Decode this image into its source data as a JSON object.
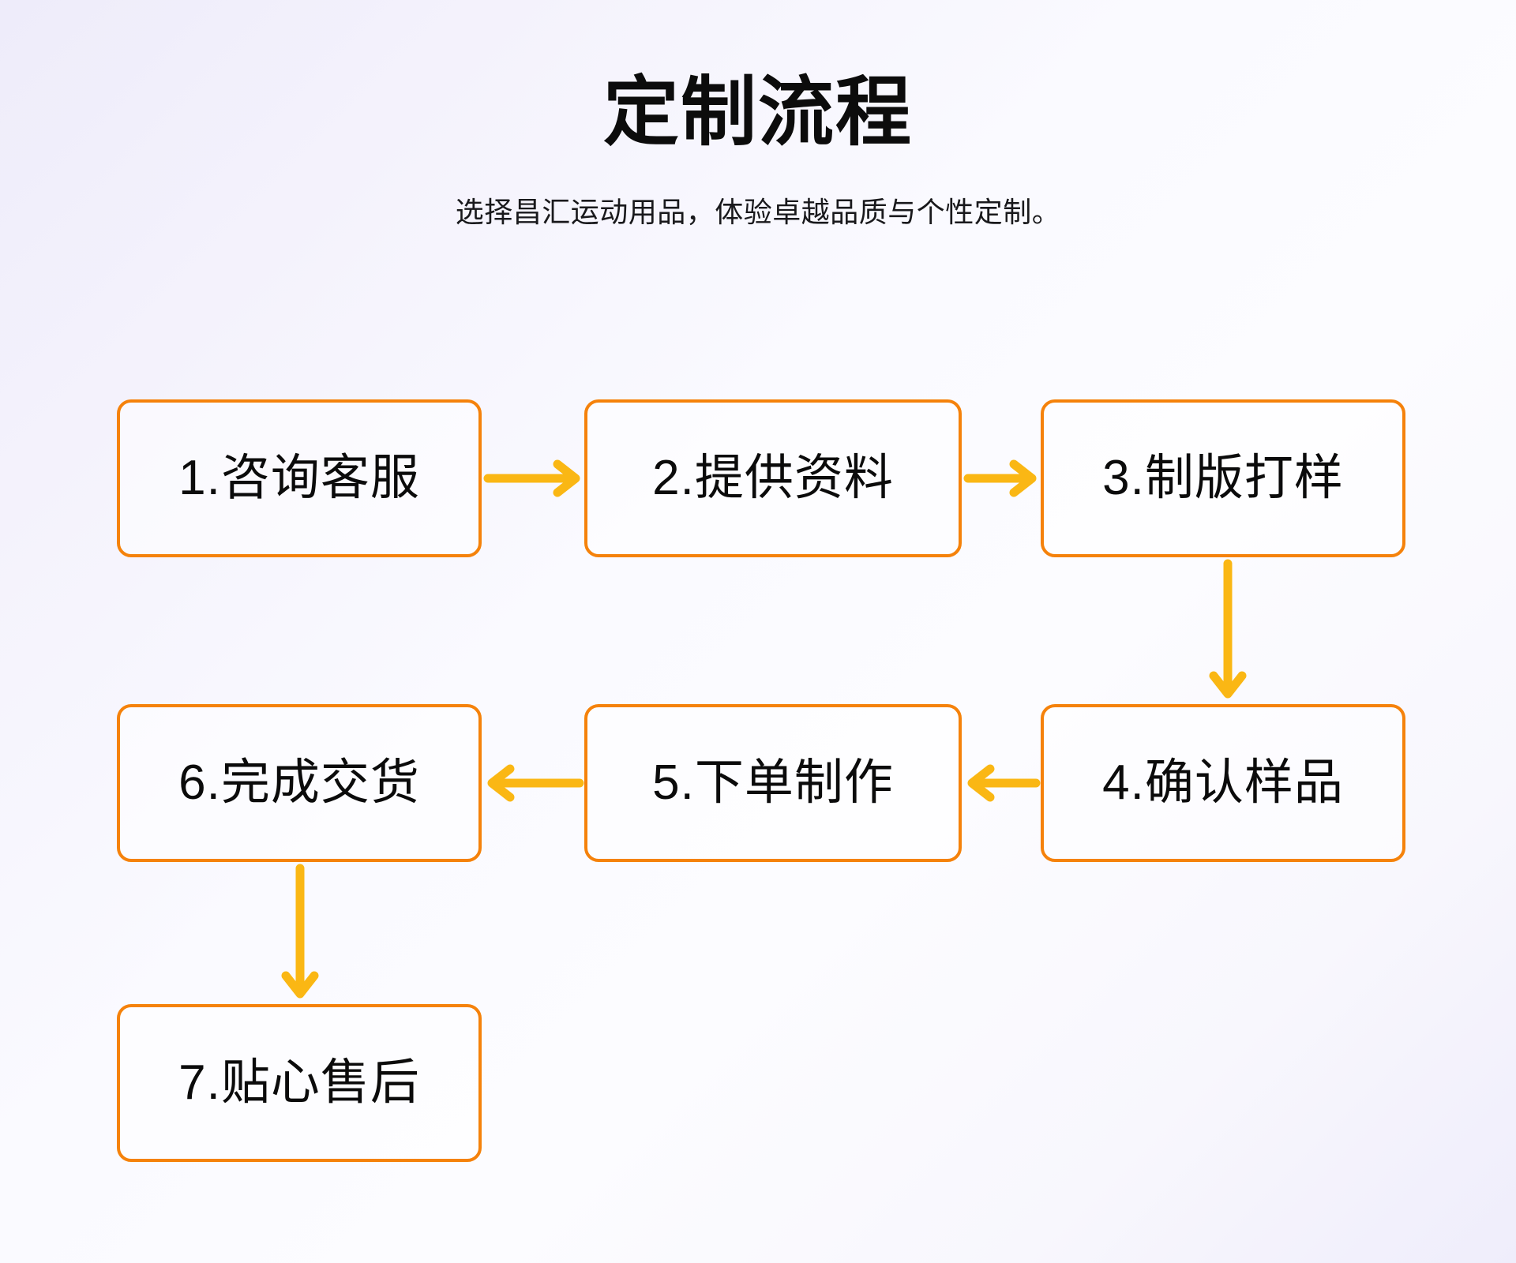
{
  "header": {
    "title": "定制流程",
    "subtitle": "选择昌汇运动用品，体验卓越品质与个性定制。"
  },
  "colors": {
    "node_border": "#f5820b",
    "arrow": "#fab714",
    "title_text": "#0c0c0c",
    "node_text": "#0b0b0b",
    "background_start": "#eeecfa",
    "background_end": "#fcfcff"
  },
  "flow": {
    "nodes": [
      {
        "id": "node-1",
        "label": "1.咨询客服"
      },
      {
        "id": "node-2",
        "label": "2.提供资料"
      },
      {
        "id": "node-3",
        "label": "3.制版打样"
      },
      {
        "id": "node-4",
        "label": "4.确认样品"
      },
      {
        "id": "node-5",
        "label": "5.下单制作"
      },
      {
        "id": "node-6",
        "label": "6.完成交货"
      },
      {
        "id": "node-7",
        "label": "7.贴心售后"
      }
    ],
    "connectors": [
      {
        "id": "arrow-1-2",
        "from": "node-1",
        "to": "node-2",
        "direction": "right"
      },
      {
        "id": "arrow-2-3",
        "from": "node-2",
        "to": "node-3",
        "direction": "right"
      },
      {
        "id": "arrow-3-4",
        "from": "node-3",
        "to": "node-4",
        "direction": "down"
      },
      {
        "id": "arrow-4-5",
        "from": "node-4",
        "to": "node-5",
        "direction": "left"
      },
      {
        "id": "arrow-5-6",
        "from": "node-5",
        "to": "node-6",
        "direction": "left"
      },
      {
        "id": "arrow-6-7",
        "from": "node-6",
        "to": "node-7",
        "direction": "down"
      }
    ]
  }
}
